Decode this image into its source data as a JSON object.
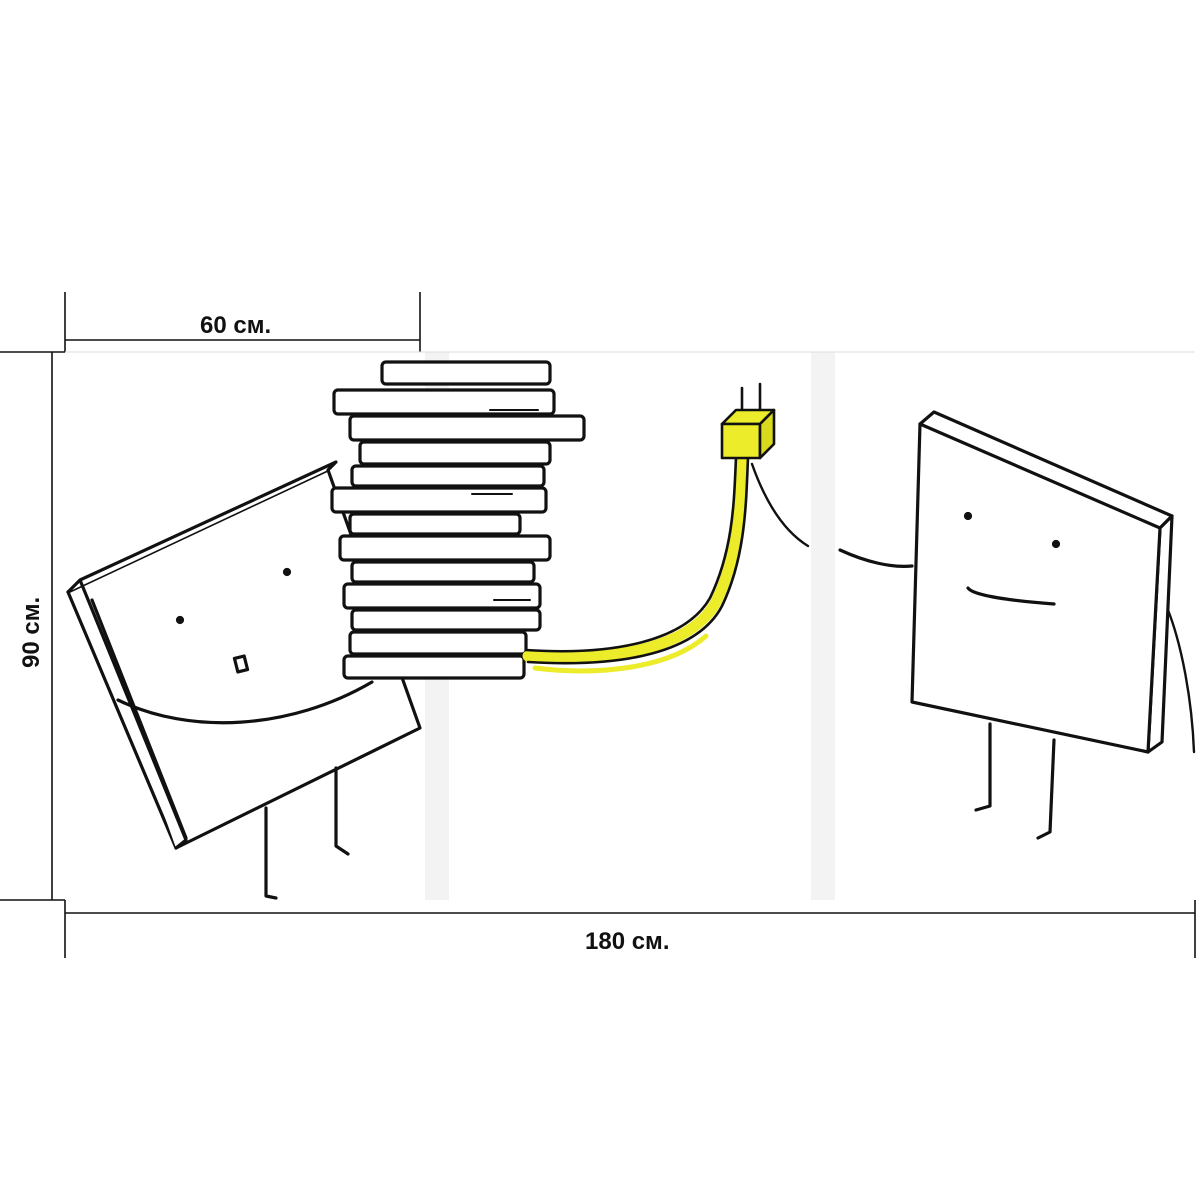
{
  "dimensions": {
    "panel_width": "60 см.",
    "height": "90 см.",
    "total_width": "180 см."
  },
  "panels": [
    {
      "name": "left-panel"
    },
    {
      "name": "center-panel"
    },
    {
      "name": "right-panel"
    }
  ],
  "colors": {
    "background": "#ffffff",
    "line": "#111111",
    "panel_gap": "#f3f3f3",
    "accent_yellow": "#ecec2a"
  },
  "icons": [
    "canvas-character",
    "book-stack",
    "power-cord",
    "plug-icon"
  ]
}
